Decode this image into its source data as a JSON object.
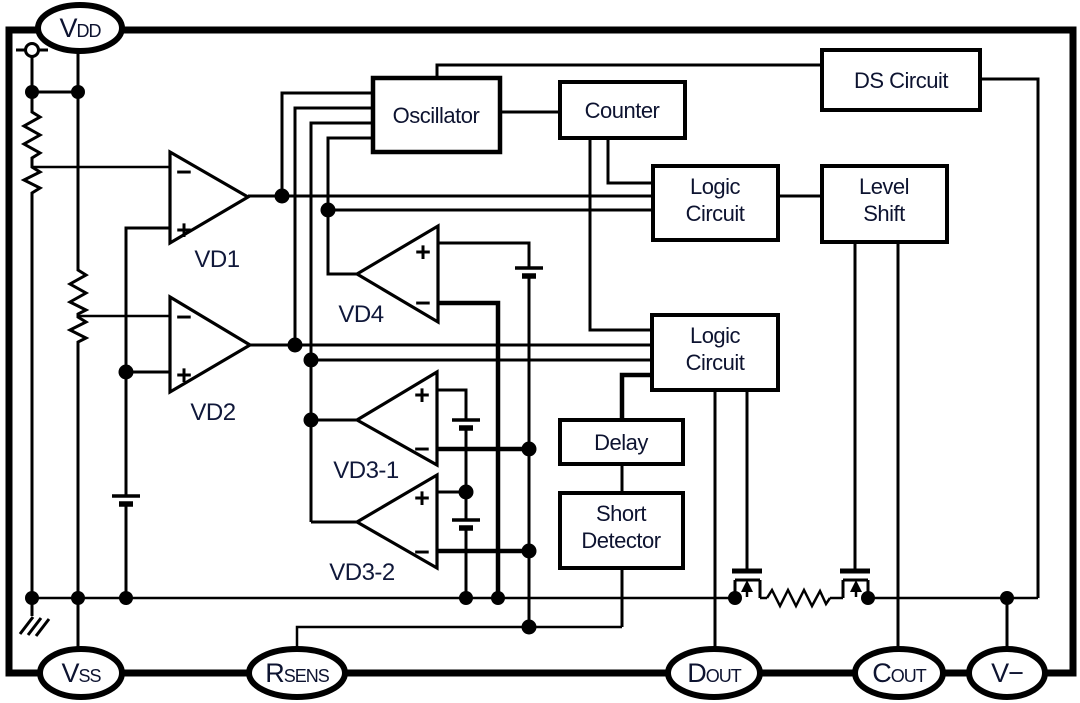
{
  "colors": {
    "line": "#000000",
    "label": "#0d1330",
    "background": "#ffffff"
  },
  "glyphs": {
    "plus": "+",
    "minus": "−"
  },
  "blocks": {
    "oscillator": {
      "label": "Oscillator"
    },
    "counter": {
      "label": "Counter"
    },
    "ds_circuit": {
      "label": "DS Circuit"
    },
    "logic_circuit_top": {
      "line1": "Logic",
      "line2": "Circuit"
    },
    "level_shift": {
      "line1": "Level",
      "line2": "Shift"
    },
    "logic_circuit_bottom": {
      "line1": "Logic",
      "line2": "Circuit"
    },
    "delay": {
      "label": "Delay"
    },
    "short_detector": {
      "line1": "Short",
      "line2": "Detector"
    }
  },
  "comparators": {
    "vd1": {
      "label": "VD1"
    },
    "vd2": {
      "label": "VD2"
    },
    "vd4": {
      "label": "VD4"
    },
    "vd3_1": {
      "label": "VD3-1"
    },
    "vd3_2": {
      "label": "VD3-2"
    }
  },
  "pins": {
    "vdd": {
      "main": "V",
      "sub": "DD"
    },
    "vss": {
      "main": "V",
      "sub": "SS"
    },
    "rsens": {
      "main": "R",
      "sub": "SENS"
    },
    "dout": {
      "main": "D",
      "sub": "OUT"
    },
    "cout": {
      "main": "C",
      "sub": "OUT"
    },
    "v_minus": {
      "main": "V−",
      "sub": ""
    }
  }
}
